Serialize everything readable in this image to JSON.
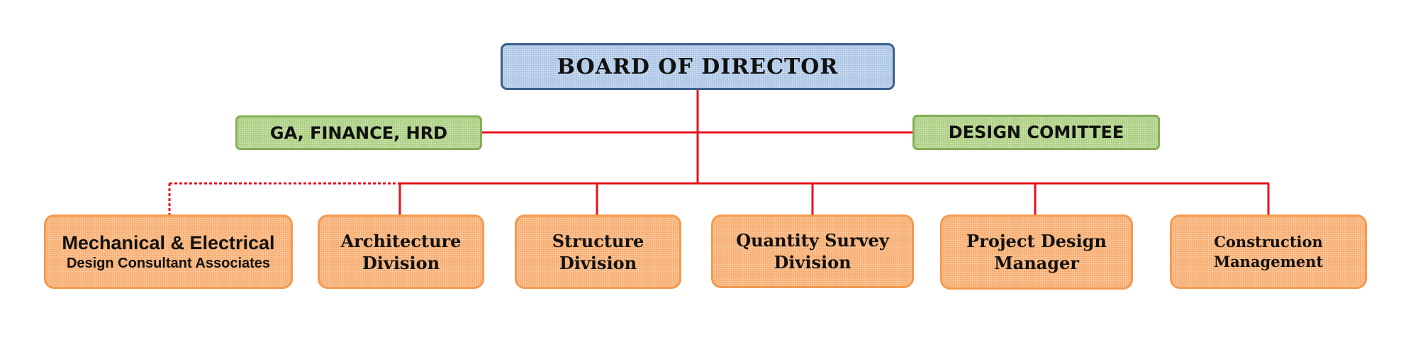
{
  "board": {
    "label": "BOARD OF DIRECTOR"
  },
  "staff_left": {
    "label": "GA, FINANCE, HRD"
  },
  "staff_right": {
    "label": "DESIGN COMITTEE"
  },
  "consultant": {
    "line1": "Mechanical & Electrical",
    "line2": "Design Consultant Associates"
  },
  "divisions": [
    {
      "line1": "Architecture",
      "line2": "Division"
    },
    {
      "line1": "Structure",
      "line2": "Division"
    },
    {
      "line1": "Quantity Survey",
      "line2": "Division"
    },
    {
      "line1": "Project Design",
      "line2": "Manager"
    },
    {
      "line1": "Construction",
      "line2": "Management"
    }
  ],
  "colors": {
    "connector": "#e8101c",
    "board_fill": "#a9c4e4",
    "board_border": "#3a5f8c",
    "staff_fill": "#a9cd7d",
    "division_fill": "#f7ac6e"
  }
}
